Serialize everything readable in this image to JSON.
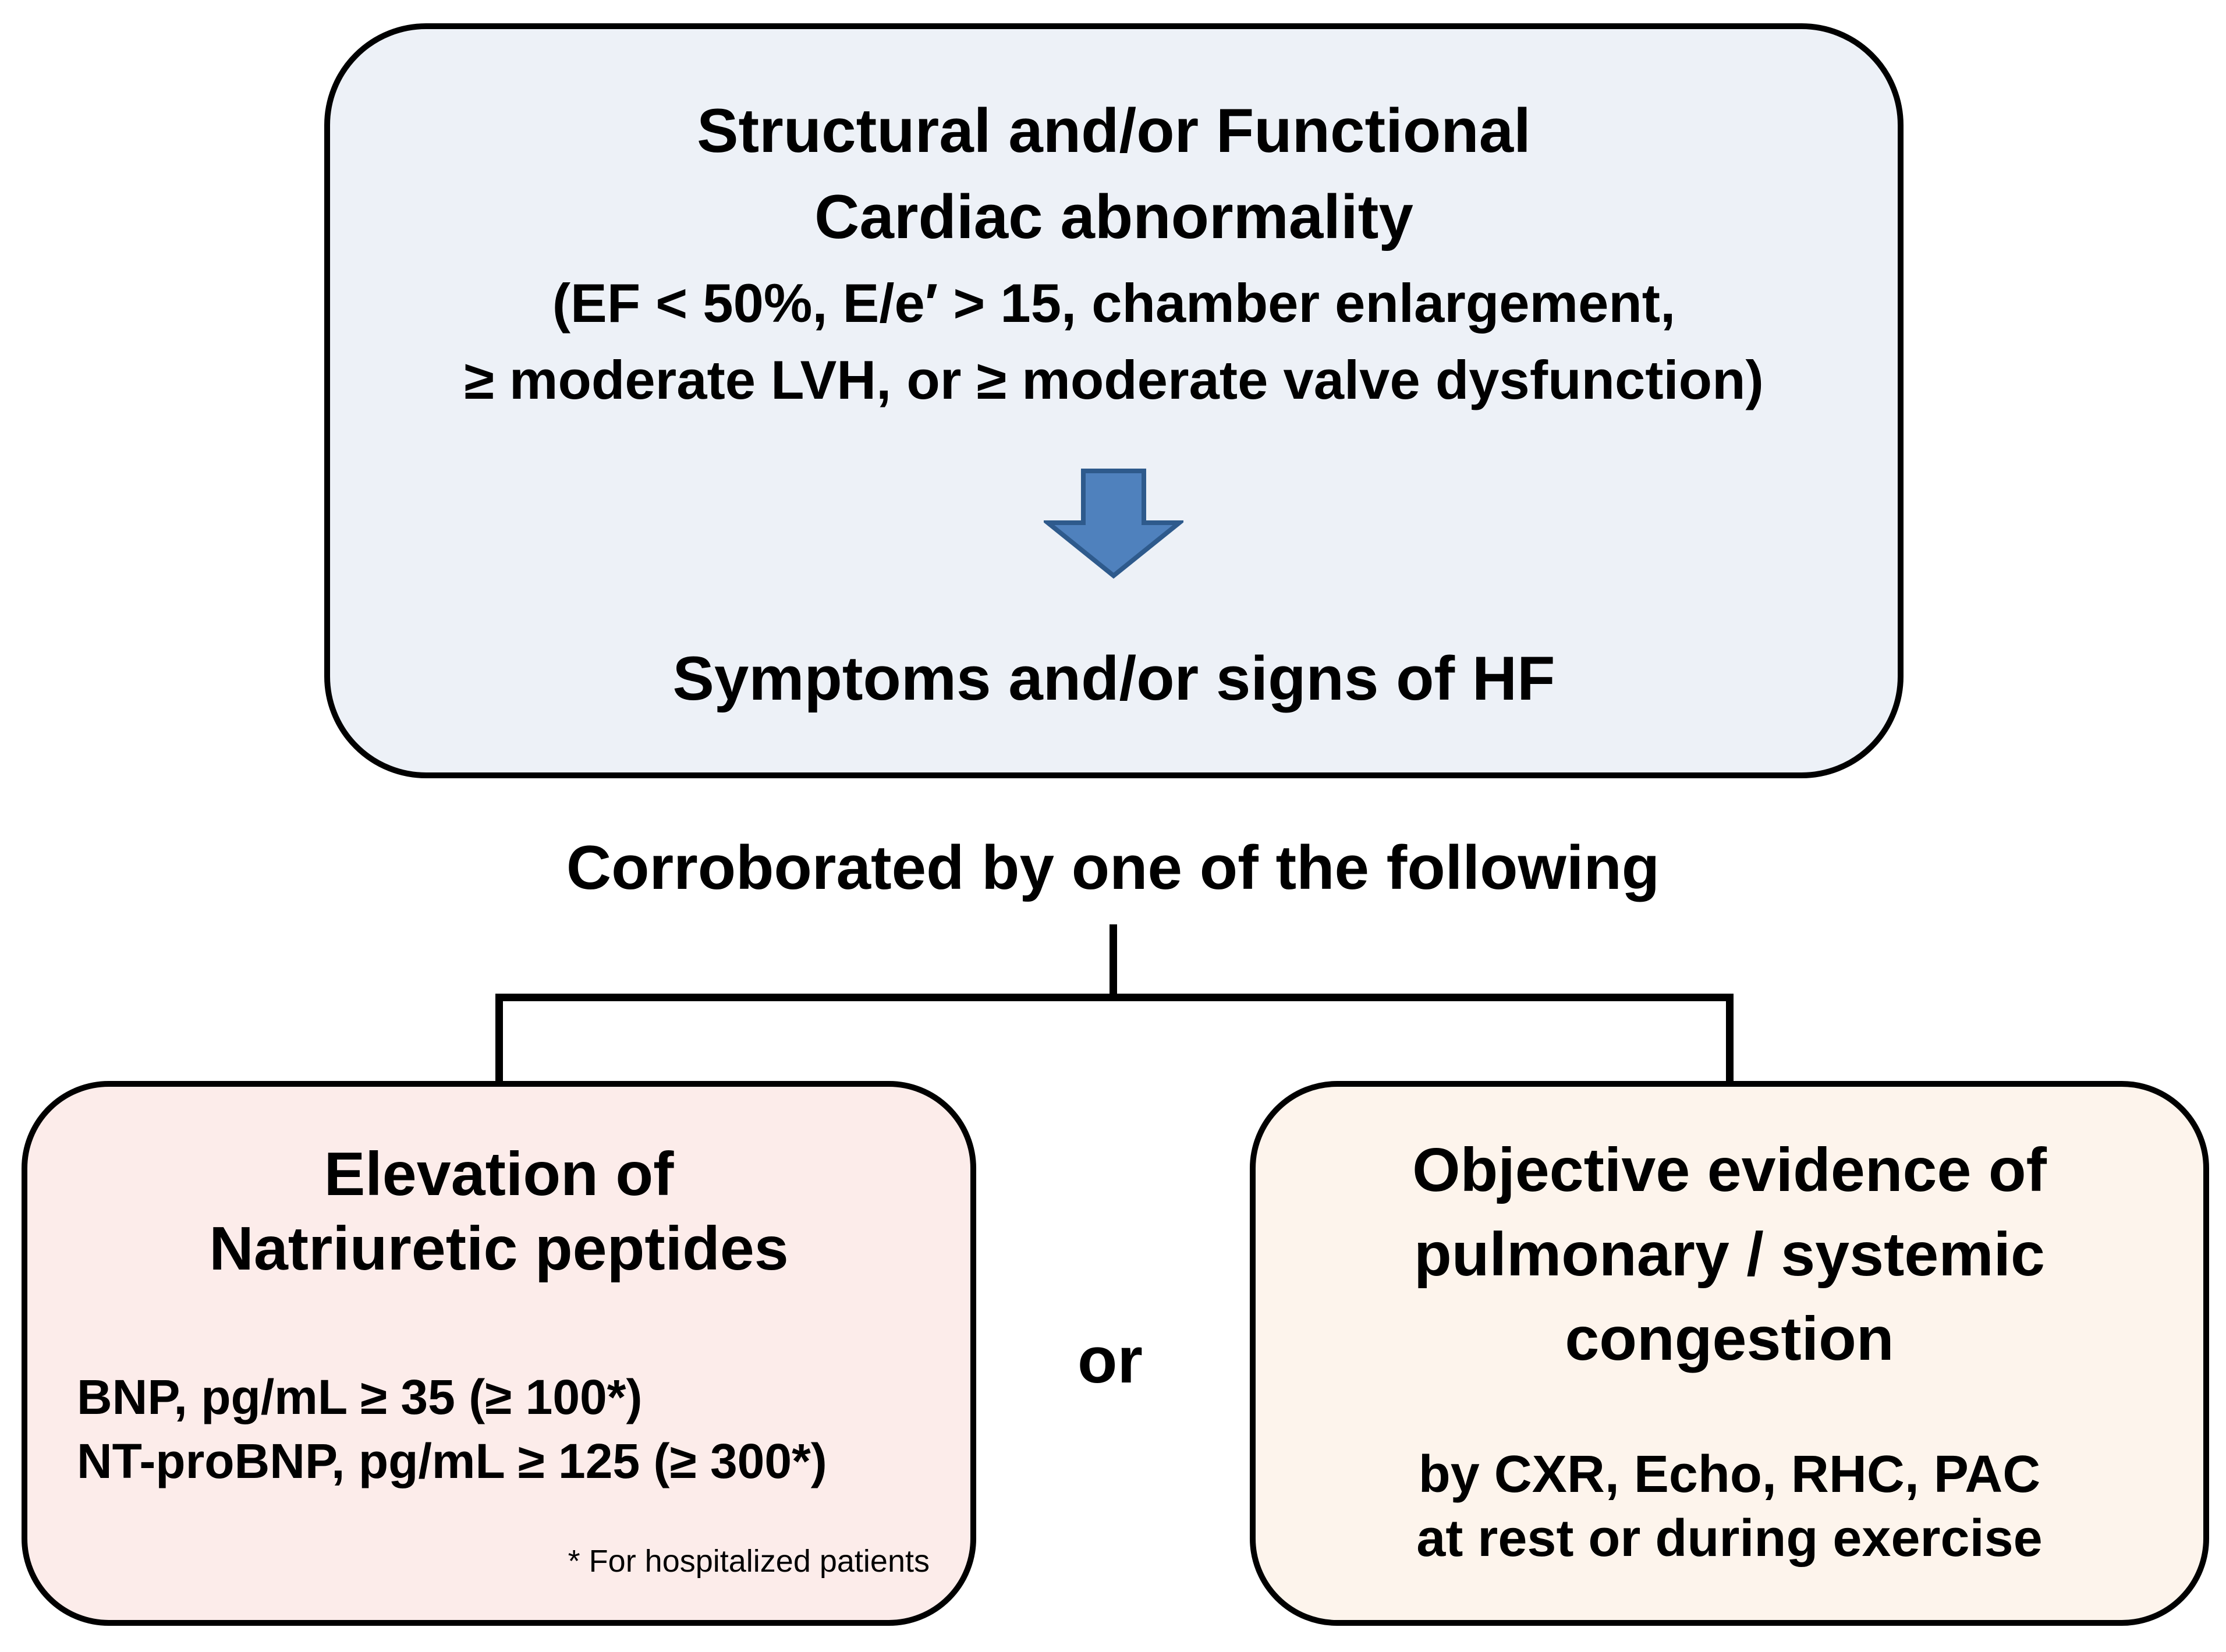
{
  "top_box": {
    "title_line1": "Structural and/or Functional",
    "title_line2": "Cardiac abnormality",
    "criteria_line1": "(EF < 50%, E/e′ > 15, chamber enlargement,",
    "criteria_line2": "≥ moderate LVH, or ≥ moderate valve dysfunction)",
    "bottom_text": "Symptoms and/or signs of HF",
    "fill": "#edf1f7"
  },
  "arrow": {
    "icon": "down-arrow-icon",
    "fill": "#4f81bd",
    "stroke": "#2e5a8c"
  },
  "connector": {
    "label": "Corroborated by one of the following",
    "line_color": "#000000"
  },
  "or_label": "or",
  "left_box": {
    "title_line1": "Elevation of",
    "title_line2": "Natriuretic peptides",
    "bnp_line": "BNP, pg/mL ≥ 35 (≥ 100*)",
    "ntprobnp_line": "NT-proBNP, pg/mL ≥ 125 (≥ 300*)",
    "footnote": "* For hospitalized patients",
    "fill": "#fcecea"
  },
  "right_box": {
    "title_line1": "Objective evidence of",
    "title_line2": "pulmonary / systemic",
    "title_line3": "congestion",
    "detail_line1": "by CXR, Echo, RHC, PAC",
    "detail_line2": "at rest or during exercise",
    "fill": "#fdf4ec"
  },
  "colors": {
    "background": "#ffffff",
    "box_border": "#000000",
    "text": "#000000"
  }
}
